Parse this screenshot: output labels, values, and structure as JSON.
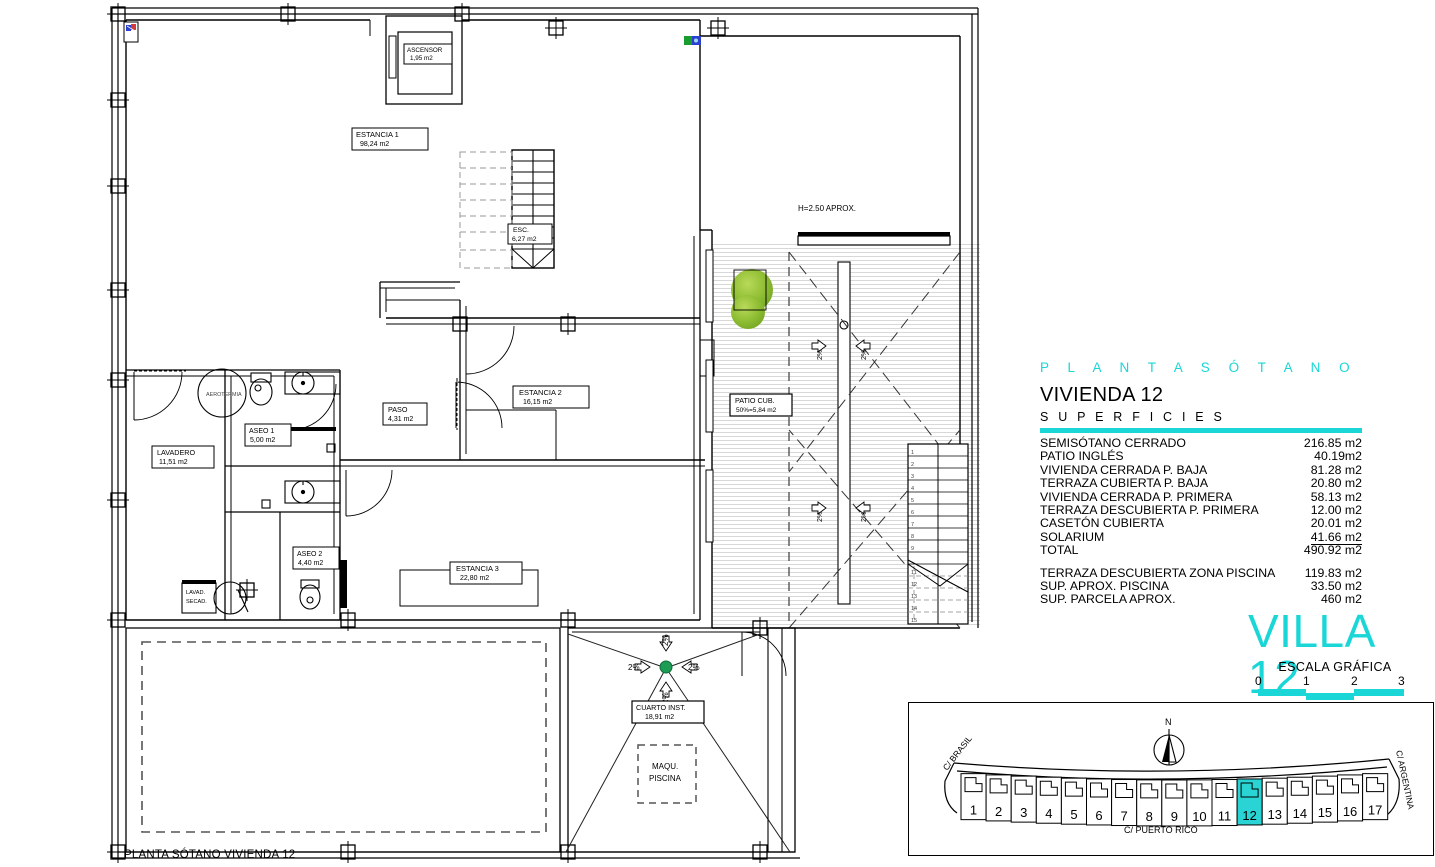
{
  "document": {
    "bottom_caption": "PLANTA SÓTANO  VIVIENDA 12",
    "height_note": "H=2.50 APROX."
  },
  "info_panel": {
    "planta_title": "P L A N T A    S Ó T A N O",
    "vivienda_title": "VIVIENDA 12",
    "superficies_label": "S U P E R F I C I E S",
    "accent_color": "#1ad6d6",
    "surfaces": [
      {
        "label": "SEMISÓTANO CERRADO",
        "value": "216.85 m2"
      },
      {
        "label": "PATIO INGLÉS",
        "value": "40.19m2"
      },
      {
        "label": "VIVIENDA CERRADA P. BAJA",
        "value": "81.28 m2"
      },
      {
        "label": "TERRAZA CUBIERTA P. BAJA",
        "value": "20.80 m2"
      },
      {
        "label": "VIVIENDA CERRADA P. PRIMERA",
        "value": "58.13 m2"
      },
      {
        "label": "TERRAZA DESCUBIERTA P. PRIMERA",
        "value": "12.00 m2"
      },
      {
        "label": "CASETÓN CUBIERTA",
        "value": "20.01 m2"
      },
      {
        "label": "SOLARIUM",
        "value": "41.66 m2",
        "underline": true
      },
      {
        "label": "TOTAL",
        "value": "490.92 m2"
      }
    ],
    "extra_surfaces": [
      {
        "label": "TERRAZA DESCUBIERTA  ZONA PISCINA",
        "value": "119.83 m2"
      },
      {
        "label": "SUP.  APROX.  PISCINA",
        "value": "33.50 m2"
      },
      {
        "label": "SUP. PARCELA APROX.",
        "value": "460 m2"
      }
    ]
  },
  "villa": {
    "title": "VILLA 12"
  },
  "scale": {
    "caption": "ESCALA GRÁFICA",
    "ticks": [
      "0",
      "1",
      "2",
      "3"
    ]
  },
  "keymap": {
    "north_label": "N",
    "street_bottom": "C/  PUERTO RICO",
    "street_left": "C/ BRASIL",
    "street_right": "C/ ARGENTINA",
    "highlight_color": "#2ad4d4",
    "plots": [
      "1",
      "2",
      "3",
      "4",
      "5",
      "6",
      "7",
      "8",
      "9",
      "10",
      "11",
      "12",
      "13",
      "14",
      "15",
      "16",
      "17"
    ],
    "highlighted_plot": "12"
  },
  "rooms": [
    {
      "name": "ESTANCIA 1",
      "area": "98,24 m2"
    },
    {
      "name": "ESTANCIA 2",
      "area": "16,15 m2"
    },
    {
      "name": "ESTANCIA 3",
      "area": "22,80 m2"
    },
    {
      "name": "ASCENSOR",
      "area": "1,95 m2"
    },
    {
      "name": "ESC.",
      "area": "6,27 m2"
    },
    {
      "name": "PASO",
      "area": "4,31 m2"
    },
    {
      "name": "ASEO 1",
      "area": "5,00 m2"
    },
    {
      "name": "ASEO 2",
      "area": "4,40 m2"
    },
    {
      "name": "LAVADERO",
      "area": "11,51 m2"
    },
    {
      "name": "PATIO CUB.",
      "area": "50%=5,84 m2"
    },
    {
      "name": "CUARTO INST.",
      "area": "18,91 m2"
    }
  ],
  "annotations": {
    "aerotermia": "AEROTERMIA",
    "lavad_secad_1": "LAVAD.",
    "lavad_secad_2": "SECAD.",
    "maqu_piscina_1": "MAQU.",
    "maqu_piscina_2": "PISCINA",
    "slope": "2%"
  }
}
